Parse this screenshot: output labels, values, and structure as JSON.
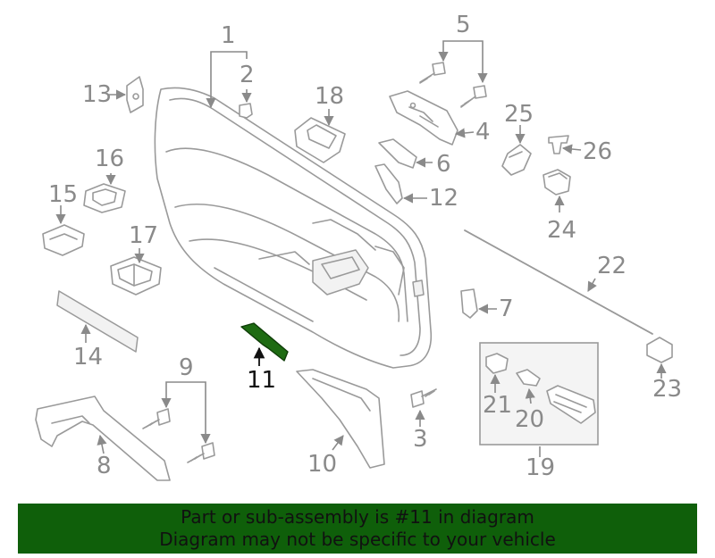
{
  "diagram": {
    "highlight_part": "11",
    "highlight_color": "#1e6b12",
    "callouts": [
      "1",
      "2",
      "3",
      "4",
      "5",
      "6",
      "7",
      "8",
      "9",
      "10",
      "11",
      "12",
      "13",
      "14",
      "15",
      "16",
      "17",
      "18",
      "19",
      "20",
      "21",
      "22",
      "23",
      "24",
      "25",
      "26"
    ]
  },
  "banner": {
    "line1": "Part or sub-assembly is #11 in diagram",
    "line2": "Diagram may not be specific to your vehicle",
    "background": "#0f5f0a"
  }
}
